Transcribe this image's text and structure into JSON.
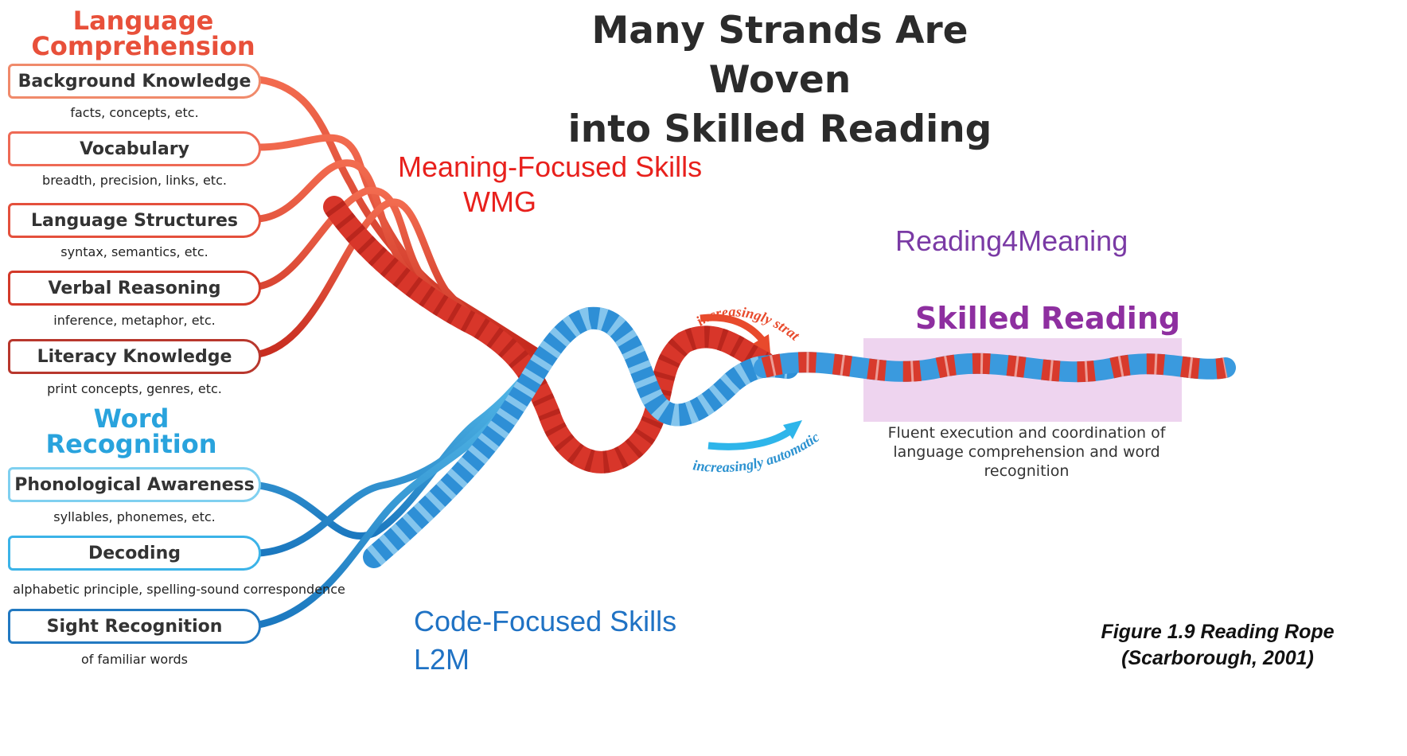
{
  "title": {
    "line1": "Many Strands Are Woven",
    "line2": "into Skilled Reading"
  },
  "language_comprehension": {
    "heading": "Language Comprehension",
    "heading_line1": "Language",
    "heading_line2": "Comprehension",
    "color": "#e8503a",
    "items": [
      {
        "label": "Background Knowledge",
        "sub": "facts, concepts, etc."
      },
      {
        "label": "Vocabulary",
        "sub": "breadth, precision, links, etc."
      },
      {
        "label": "Language Structures",
        "sub": "syntax, semantics, etc."
      },
      {
        "label": "Verbal Reasoning",
        "sub": "inference, metaphor, etc."
      },
      {
        "label": "Literacy Knowledge",
        "sub": "print concepts, genres, etc."
      }
    ]
  },
  "word_recognition": {
    "heading": "Word Recognition",
    "heading_line1": "Word",
    "heading_line2": "Recognition",
    "color": "#29a3dd",
    "items": [
      {
        "label": "Phonological Awareness",
        "sub": "syllables, phonemes, etc."
      },
      {
        "label": "Decoding",
        "sub": "alphabetic principle, spelling-sound correspondence"
      },
      {
        "label": "Sight Recognition",
        "sub": "of familiar words"
      }
    ]
  },
  "rope_labels": {
    "strategic": "increasingly strategic",
    "automatic": "increasingly automatic"
  },
  "annotations": {
    "meaning_line1": "Meaning-Focused Skills",
    "meaning_line2": "WMG",
    "meaning_color": "#e8201c",
    "reading4meaning": "Reading4Meaning",
    "reading4meaning_color": "#7a3aa5",
    "code_line1": "Code-Focused Skills",
    "code_line2": "L2M",
    "code_color": "#1f72c4"
  },
  "skilled_reading": {
    "title": "Skilled Reading",
    "description": "Fluent execution and coordination of language comprehension and word recognition",
    "color": "#8e2fa0"
  },
  "caption": {
    "line1": "Figure 1.9 Reading Rope",
    "line2": "(Scarborough, 2001)"
  }
}
